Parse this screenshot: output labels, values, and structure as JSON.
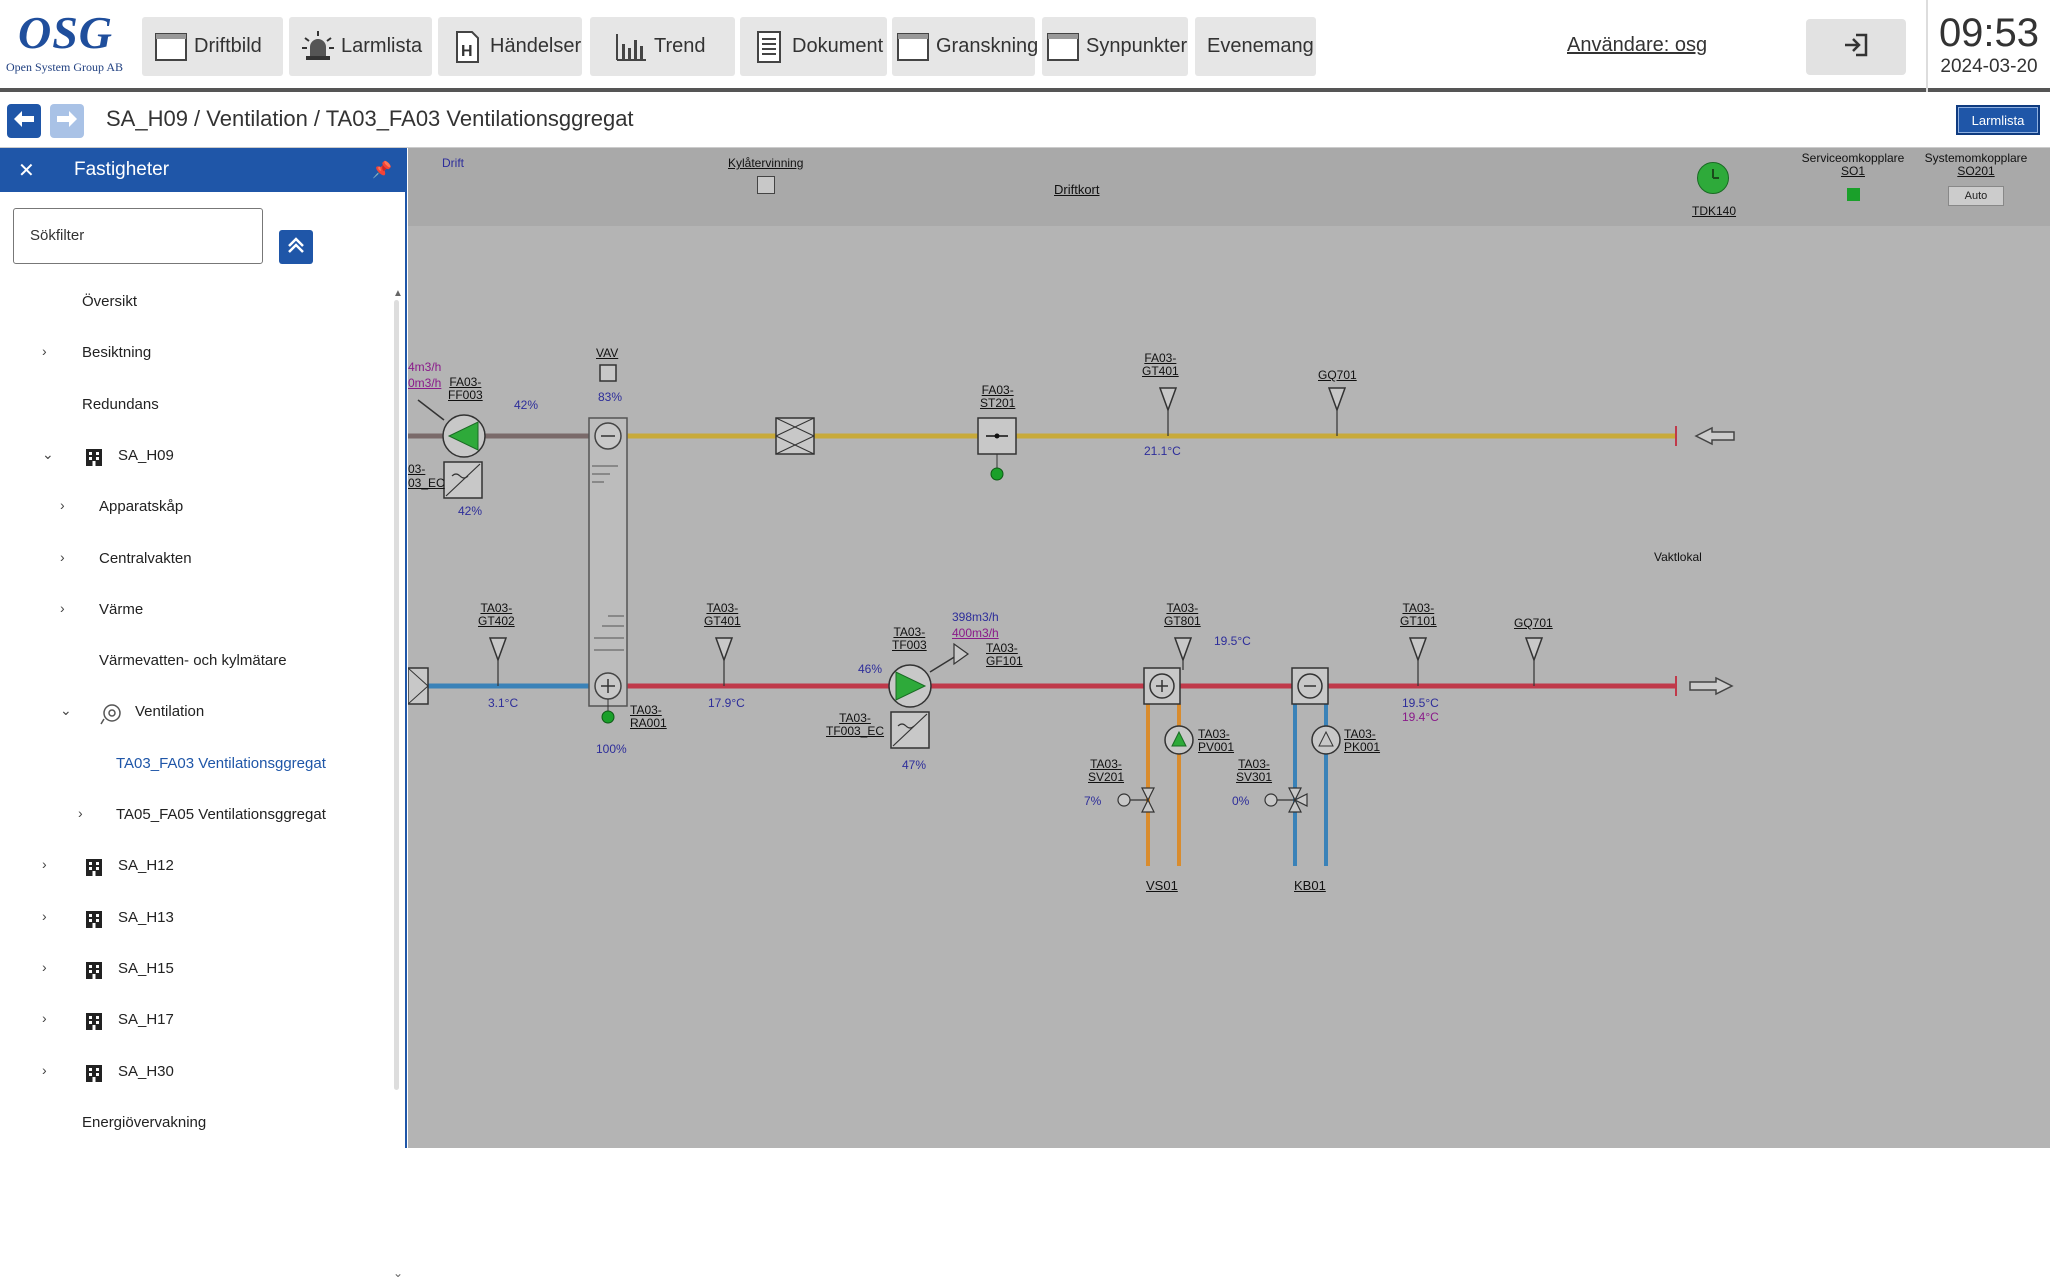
{
  "app": {
    "logo_text": "OSG",
    "logo_subtitle": "Open System Group AB",
    "nav": [
      {
        "label": "Driftbild",
        "icon": "window-icon"
      },
      {
        "label": "Larmlista",
        "icon": "alarm-siren-icon"
      },
      {
        "label": "Händelser",
        "icon": "event-log-icon"
      },
      {
        "label": "Trend",
        "icon": "trend-chart-icon"
      },
      {
        "label": "Dokument",
        "icon": "document-icon"
      },
      {
        "label": "Granskning",
        "icon": "window-icon"
      },
      {
        "label": "Synpunkter",
        "icon": "window-icon"
      },
      {
        "label": "Evenemang",
        "icon": ""
      }
    ],
    "user_label": "Användare: osg",
    "time": "09:53",
    "date": "2024-03-20"
  },
  "breadcrumb": {
    "path": "SA_H09 / Ventilation / TA03_FA03 Ventilationsggregat",
    "alarm_button": "Larmlista"
  },
  "sidebar": {
    "title": "Fastigheter",
    "search_placeholder": "Sökfilter",
    "items": [
      {
        "label": "Översikt",
        "chevron": "",
        "icon": ""
      },
      {
        "label": "Besiktning",
        "chevron": "›",
        "icon": ""
      },
      {
        "label": "Redundans",
        "chevron": "",
        "icon": ""
      },
      {
        "label": "SA_H09",
        "chevron": "⌄",
        "icon": "building-icon"
      },
      {
        "label": "Apparatskåp",
        "chevron": "›",
        "icon": ""
      },
      {
        "label": "Centralvakten",
        "chevron": "›",
        "icon": ""
      },
      {
        "label": "Värme",
        "chevron": "›",
        "icon": ""
      },
      {
        "label": "Värmevatten- och kylmätare",
        "chevron": "",
        "icon": ""
      },
      {
        "label": "Ventilation",
        "chevron": "⌄",
        "icon": "fan-icon"
      },
      {
        "label": "TA03_FA03 Ventilationsggregat",
        "chevron": "",
        "icon": ""
      },
      {
        "label": "TA05_FA05 Ventilationsggregat",
        "chevron": "›",
        "icon": ""
      },
      {
        "label": "SA_H12",
        "chevron": "›",
        "icon": "building-icon"
      },
      {
        "label": "SA_H13",
        "chevron": "›",
        "icon": "building-icon"
      },
      {
        "label": "SA_H15",
        "chevron": "›",
        "icon": "building-icon"
      },
      {
        "label": "SA_H17",
        "chevron": "›",
        "icon": "building-icon"
      },
      {
        "label": "SA_H30",
        "chevron": "›",
        "icon": "building-icon"
      },
      {
        "label": "Energiövervakning",
        "chevron": "",
        "icon": ""
      }
    ]
  },
  "diagram": {
    "header": {
      "drift": "Drift",
      "kylatervinning": "Kylåtervinning",
      "driftkort": "Driftkort",
      "tdk": "TDK140",
      "service_title": "Serviceomkopplare",
      "service_tag": "SO1",
      "system_title": "Systemomkopplare",
      "system_tag": "SO201",
      "system_mode": "Auto"
    },
    "colors": {
      "exhaust_duct": "#7a6a6a",
      "extract_duct": "#c8aa3a",
      "outdoor_duct": "#3a82b8",
      "supply_duct": "#c0394a",
      "heating_pipe": "#d98c2e",
      "cooling_pipe": "#3a82b8",
      "fan_on": "#2eaa3a"
    },
    "labels": {
      "flow_ff_top": "4m3/h",
      "flow_ff_bot": "0m3/h",
      "ff003": "FA03-\nFF003",
      "ff003_pct": "42%",
      "ff_ec": "03-\n03_EC",
      "ff_ec_pct": "42%",
      "vav": "VAV",
      "vav_pct": "83%",
      "st201": "FA03-\nST201",
      "gt401_fa": "FA03-\nGT401",
      "gt401_fa_val": "21.1°C",
      "gq701_top": "GQ701",
      "vaktlokal": "Vaktlokal",
      "gt402": "TA03-\nGT402",
      "gt402_val": "3.1°C",
      "ra001": "TA03-\nRA001",
      "ra001_pct": "100%",
      "gt401_ta": "TA03-\nGT401",
      "gt401_ta_val": "17.9°C",
      "tf003": "TA03-\nTF003",
      "tf003_pct": "46%",
      "flow_tf_top": "398m3/h",
      "flow_tf_bot": "400m3/h",
      "gf101": "TA03-\nGF101",
      "tf003_ec": "TA03-\nTF003_EC",
      "tf003_ec_pct": "47%",
      "gt801": "TA03-\nGT801",
      "gt801_val": "19.5°C",
      "pv001": "TA03-\nPV001",
      "sv201": "TA03-\nSV201",
      "sv201_pct": "7%",
      "vs01": "VS01",
      "pk001": "TA03-\nPK001",
      "sv301": "TA03-\nSV301",
      "sv301_pct": "0%",
      "kb01": "KB01",
      "gt101": "TA03-\nGT101",
      "gt101_val1": "19.5°C",
      "gt101_val2": "19.4°C",
      "gq701_bot": "GQ701"
    }
  }
}
